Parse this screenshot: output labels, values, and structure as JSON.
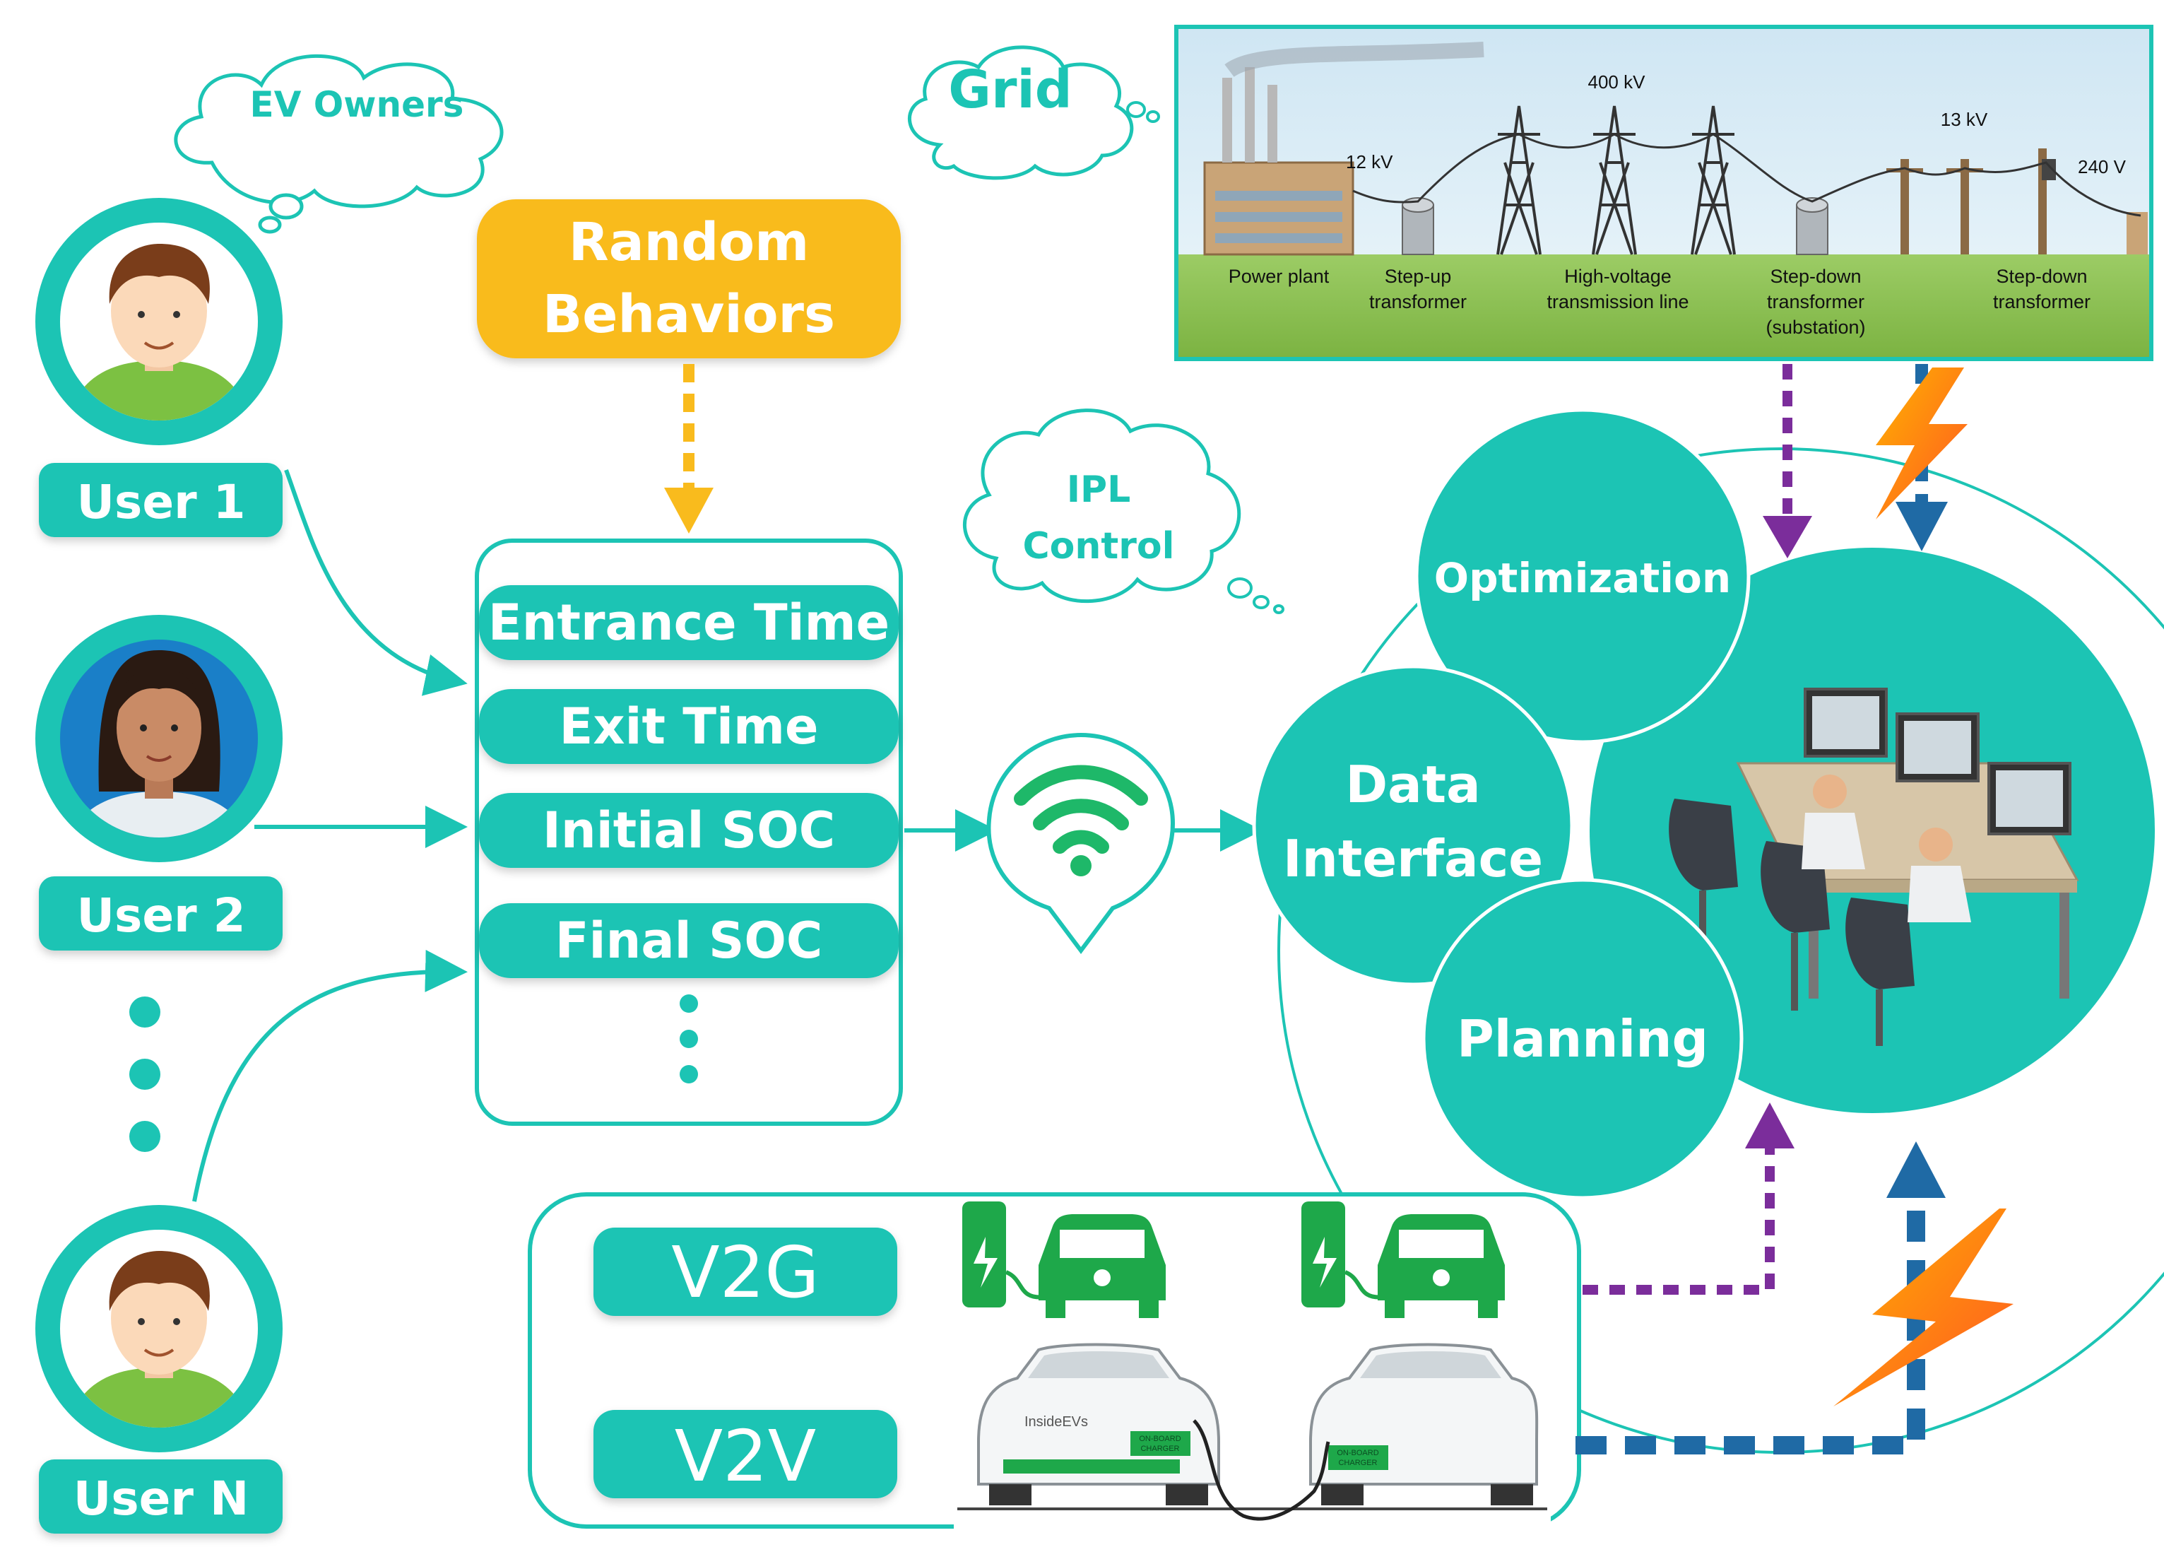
{
  "clouds": {
    "ev_owners": "EV Owners",
    "grid": "Grid",
    "ipl_line1": "IPL",
    "ipl_line2": "Control"
  },
  "users": [
    {
      "label": "User 1"
    },
    {
      "label": "User 2"
    },
    {
      "label": "User N"
    }
  ],
  "random_behaviors": {
    "line1": "Random",
    "line2": "Behaviors"
  },
  "parameters": [
    "Entrance Time",
    "Exit Time",
    "Initial SOC",
    "Final SOC"
  ],
  "functions": {
    "optimization": "Optimization",
    "data_interface_line1": "Data",
    "data_interface_line2": "Interface",
    "planning": "Planning"
  },
  "grid_illustration": {
    "voltages": [
      "12 kV",
      "400 kV",
      "13 kV",
      "240 V"
    ],
    "labels": [
      {
        "line1": "Power plant",
        "line2": "",
        "line3": ""
      },
      {
        "line1": "Step-up",
        "line2": "transformer",
        "line3": ""
      },
      {
        "line1": "High-voltage",
        "line2": "transmission line",
        "line3": ""
      },
      {
        "line1": "Step-down",
        "line2": "transformer",
        "line3": "(substation)"
      },
      {
        "line1": "Step-down",
        "line2": "transformer",
        "line3": ""
      }
    ]
  },
  "modes": {
    "v2g": "V2G",
    "v2v": "V2V"
  },
  "car_text": {
    "brand": "InsideEVs",
    "box_line1": "ON-BOARD",
    "box_line2": "CHARGER"
  },
  "colors": {
    "teal": "#1CC4B4",
    "teal_dark": "#13A99B",
    "amber": "#F9BB1D",
    "purple": "#7B2D9B",
    "blue": "#1F6AA5",
    "green": "#1EA84A",
    "lightning": "#FF8A1C"
  }
}
